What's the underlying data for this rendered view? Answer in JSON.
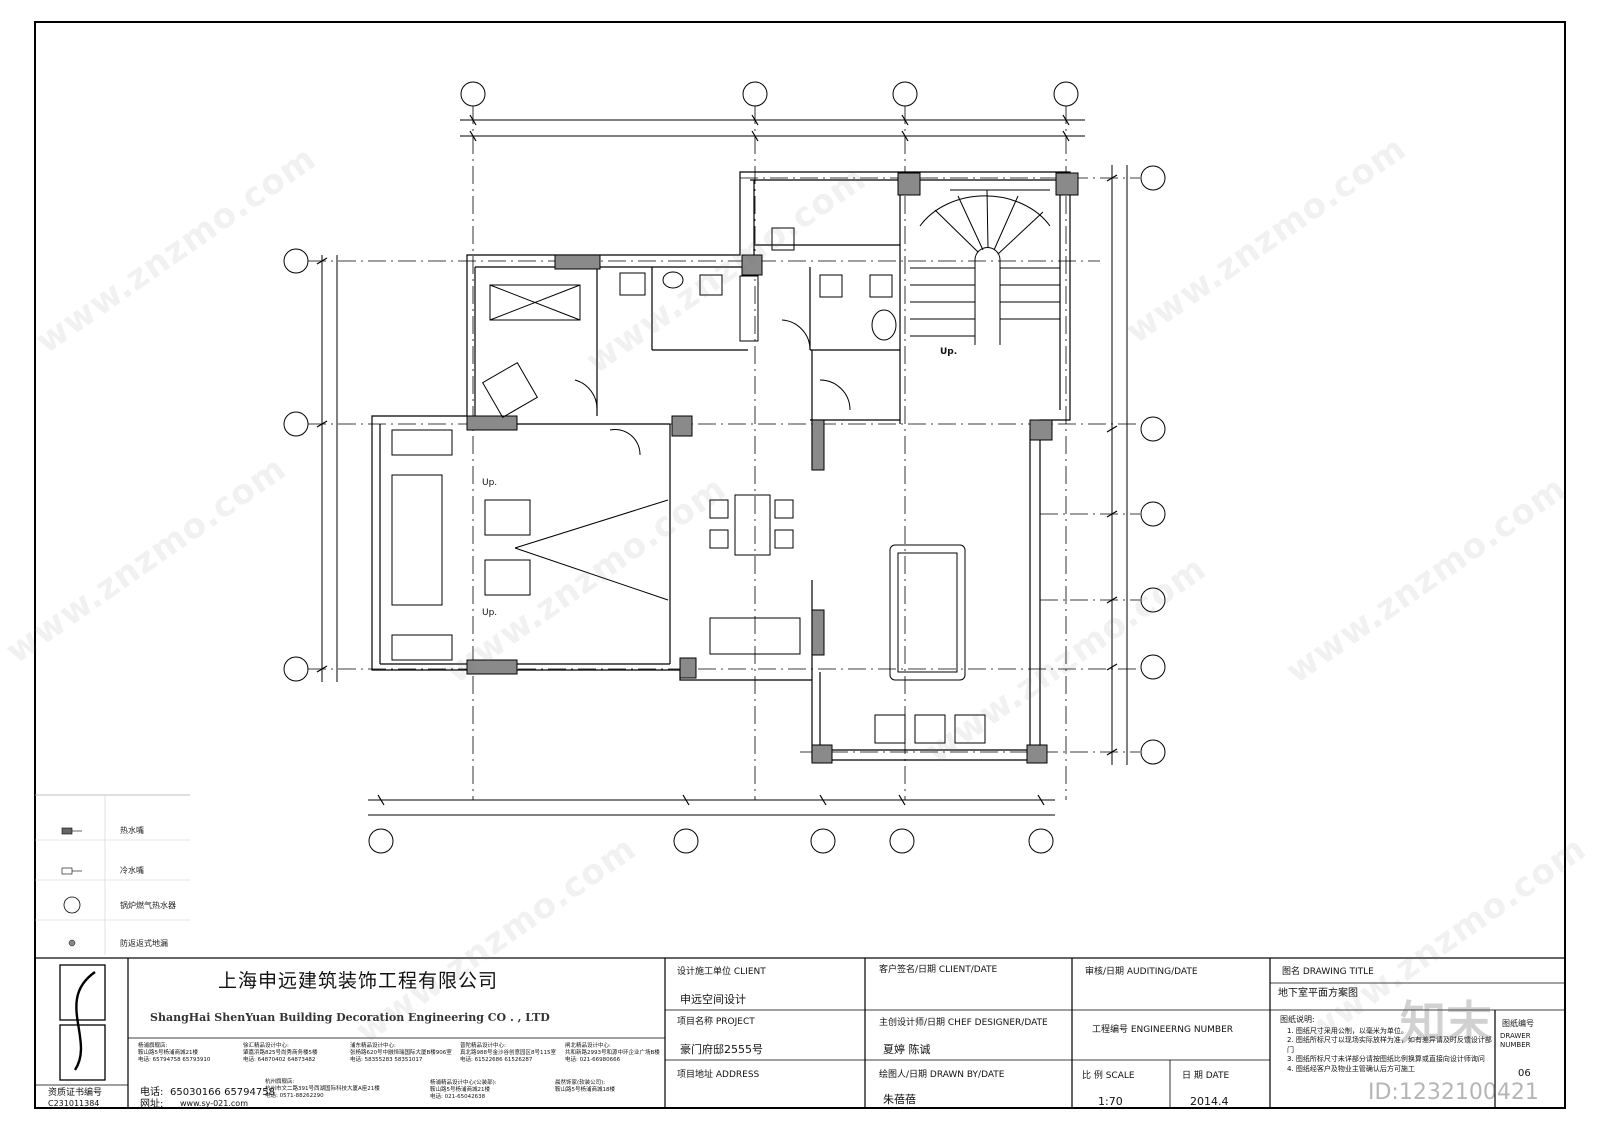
{
  "plan": {
    "up_labels": [
      "Up.",
      "Up.",
      "Up."
    ]
  },
  "legend": {
    "items": [
      {
        "icon": "hot-water-tap-icon",
        "label": "热水嘴"
      },
      {
        "icon": "cold-water-tap-icon",
        "label": "冷水嘴"
      },
      {
        "icon": "gas-water-heater-icon",
        "label": "锅炉燃气热水器"
      },
      {
        "icon": "floor-drain-icon",
        "label": "防返返式地漏"
      }
    ]
  },
  "titleblock": {
    "cert_label": "资质证书编号",
    "cert_number": "C231011384",
    "company_cn": "上海申远建筑装饰工程有限公司",
    "company_en": "ShangHai ShenYuan Building Decoration Engineering  CO . , LTD",
    "phone_label": "电话:",
    "phone": "65030166 65794758",
    "web_label": "网址:",
    "web": "www.sy-021.com",
    "branches": [
      {
        "name": "杨浦旗舰店:",
        "addr": "鞍山路5号杨浦商城21楼",
        "tel": "电话: 65794758 65793910"
      },
      {
        "name": "徐汇精品设计中心:",
        "addr": "肇嘉浜路825号尚秀商务楼5楼",
        "tel": "电话: 64870402 64873482"
      },
      {
        "name": "浦东精品设计中心:",
        "addr": "张杨路620号中融恒瑞国际大厦B楼906室",
        "tel": "电话: 58355283 58351017"
      },
      {
        "name": "普陀精品设计中心:",
        "addr": "真北路988号金沙谷创意园区8号115室",
        "tel": "电话: 61522686 61526287"
      },
      {
        "name": "闸北精品设计中心:",
        "addr": "共和新路2993号和源中环企业广场B楼",
        "tel": "电话: 021-66980666"
      },
      {
        "name": "杭州旗舰店:",
        "addr": "杭州市文二路391号西湖国际科技大厦A座21楼",
        "tel": "电话: 0571-88262290"
      },
      {
        "name": "杨浦精品设计中心(公装部):",
        "addr": "鞍山路5号杨浦商城21楼",
        "tel": "电话: 021-65042638"
      },
      {
        "name": "晨然饰家(软装公司):",
        "addr": "鞍山路5号杨浦商城18楼",
        "tel": ""
      }
    ],
    "client_label": "设计施工单位  CLIENT",
    "client_value": "申远空间设计",
    "project_label": "项目名称  PROJECT",
    "project_value": "豪门府邸2555号",
    "address_label": "项目地址  ADDRESS",
    "client_sign_label": "客户签名/日期  CLIENT/DATE",
    "chief_designer_label": "主创设计师/日期  CHEF DESIGNER/DATE",
    "chief_designer_value": "夏婷 陈诚",
    "drawn_by_label": "绘图人/日期  DRAWN BY/DATE",
    "drawn_by_value": "朱蓓蓓",
    "auditing_label": "审核/日期  AUDITING/DATE",
    "eng_number_label": "工程编号  ENGINEERNG NUMBER",
    "scale_label": "比 例      SCALE",
    "scale_value": "1:70",
    "date_label": "日 期        DATE",
    "date_value": "2014.4",
    "title_label": "图名  DRAWING  TITLE",
    "title_value": "地下室平面方案图",
    "notes_label": "图纸说明:",
    "notes": [
      "1. 图纸尺寸采用公制，以毫米为单位。",
      "2. 图纸所标尺寸以现场实际放样为准，如有差异请及时反馈设计部门",
      "3. 图纸所标尺寸未详部分请按图纸比例换算或直接向设计师询问",
      "4. 图纸经客户及物业主管确认后方可施工"
    ],
    "sheet_label_1": "图纸编号",
    "sheet_label_2": "DRAWER NUMBER",
    "sheet_number": "06"
  },
  "watermarks": {
    "site": "www.znzmo.com",
    "brand": "知末",
    "id_text": "ID:1232100421"
  }
}
